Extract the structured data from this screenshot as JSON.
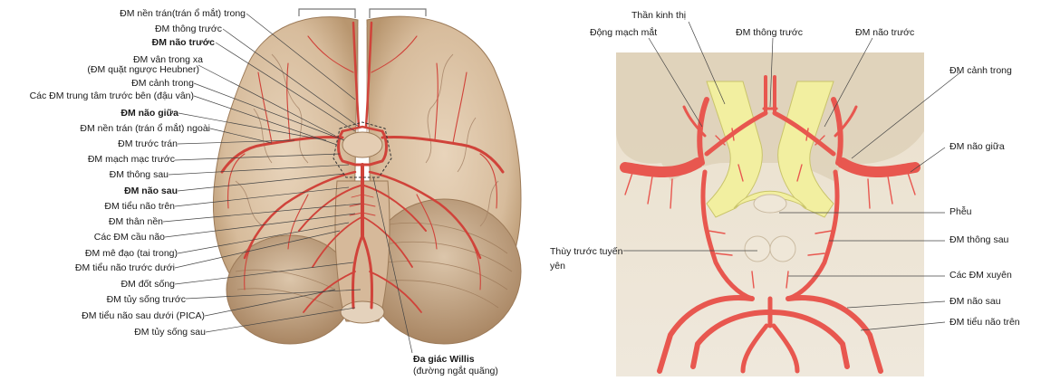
{
  "left_panel": {
    "labels": [
      "ĐM nền trán(trán ổ mắt) trong",
      "ĐM thông trước",
      "ĐM não trước",
      "ĐM vân trong xa",
      "(ĐM quặt ngược Heubner)",
      "ĐM cảnh trong",
      "Các ĐM trung tâm trước bên (đậu vân)",
      "ĐM não giữa",
      "ĐM nền trán (trán ổ mắt) ngoài",
      "ĐM trước trán",
      "ĐM mạch mạc trước",
      "ĐM thông sau",
      "ĐM não sau",
      "ĐM tiểu não trên",
      "ĐM thân nền",
      "Các ĐM cầu não",
      "ĐM mê đạo (tai trong)",
      "ĐM tiểu não trước dưới",
      "ĐM đốt sống",
      "ĐM tủy sống trước",
      "ĐM tiểu não sau dưới (PICA)",
      "ĐM tủy sống sau"
    ],
    "willis_title": "Đa giác Willis",
    "willis_sub": "(đường ngắt quãng)"
  },
  "right_panel": {
    "than_kinh_thi": "Thần kinh thị",
    "dong_mach_mat": "Động mạch mắt",
    "thong_truoc": "ĐM thông trước",
    "nao_truoc": "ĐM não trước",
    "canh_trong": "ĐM cảnh trong",
    "nao_giua": "ĐM não giữa",
    "pheu": "Phễu",
    "thong_sau": "ĐM thông sau",
    "thuy_truoc_line1": "Thùy trước tuyến",
    "thuy_truoc_line2": "yên",
    "xuyen": "Các ĐM xuyên",
    "nao_sau": "ĐM não sau",
    "tieu_nao_tren": "ĐM tiểu não trên"
  },
  "colors": {
    "artery": "#e8574f",
    "artery_dark": "#c8382f",
    "brain": "#dcc3a6",
    "brain_dark": "#b9977a",
    "optic": "#f3f1a8",
    "bg_tissue": "#ece3d3"
  }
}
